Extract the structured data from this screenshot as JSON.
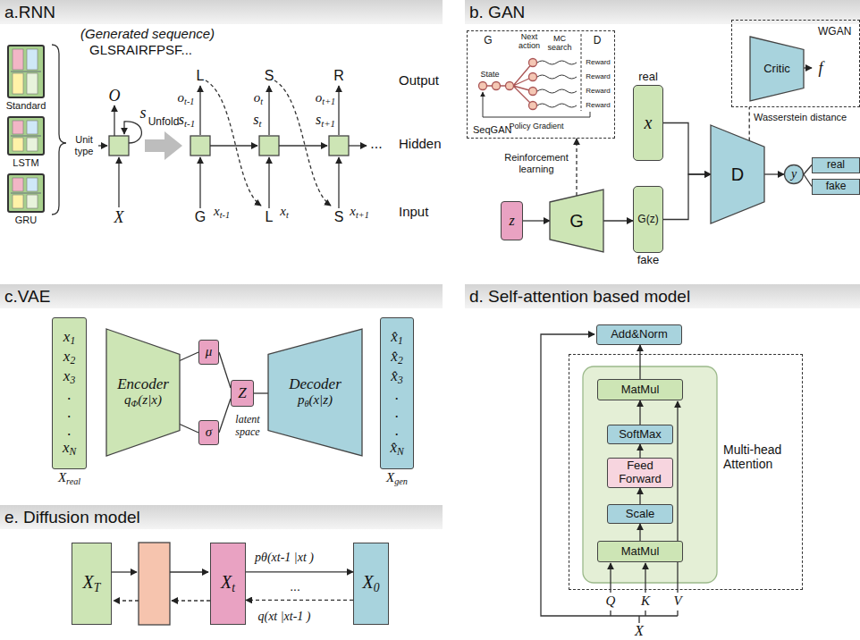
{
  "diagram": {
    "nodes": [
      {
        "text": [
          "a.RNN"
        ]
      },
      {
        "text": [
          "Standard"
        ]
      },
      {
        "text": [
          "LSTM"
        ]
      },
      {
        "text": [
          "GRU"
        ]
      },
      {
        "text": [
          "b. GAN"
        ]
      },
      {
        "text": [
          "SeqGAN"
        ]
      },
      {
        "text": [
          "WGAN"
        ]
      },
      {
        "text": [
          "Critic"
        ],
        "in": 6
      },
      {
        "text": [
          "real",
          "x"
        ]
      },
      {
        "text": [
          "D"
        ]
      },
      {
        "text": [
          "y"
        ]
      },
      {
        "text": [
          "real"
        ]
      },
      {
        "text": [
          "fake"
        ]
      },
      {
        "text": [
          "z"
        ]
      },
      {
        "text": [
          "G"
        ]
      },
      {
        "text": [
          "G(z)",
          "fake"
        ]
      },
      {
        "text": [
          "c.VAE"
        ]
      },
      {
        "text": [
          "x1",
          "x2",
          "x3",
          ".",
          ".",
          ".",
          "xN",
          "Xreal"
        ]
      },
      {
        "text": [
          "Encoder",
          "qΦ(z|x)"
        ]
      },
      {
        "text": [
          "μ"
        ]
      },
      {
        "text": [
          "σ"
        ]
      },
      {
        "text": [
          "Z"
        ]
      },
      {
        "text": [
          "Decoder",
          "pθ(x|z)"
        ]
      },
      {
        "text": [
          "x̂1",
          "x̂2",
          "x̂3",
          ".",
          ".",
          ".",
          "x̂N",
          "Xgen"
        ]
      },
      {
        "text": [
          "d. Self-attention based model"
        ]
      },
      {
        "text": [
          "Add&Norm"
        ]
      },
      {
        "text": [
          "Multi-head Attention"
        ]
      },
      {
        "text": [
          "MatMul"
        ],
        "in": 26
      },
      {
        "text": [
          "SoftMax"
        ],
        "in": 26
      },
      {
        "text": [
          "Feed Forward"
        ],
        "in": 26
      },
      {
        "text": [
          "Scale"
        ],
        "in": 26
      },
      {
        "text": [
          "MatMul"
        ],
        "in": 26
      },
      {
        "text": [
          "e. Diffusion model"
        ]
      },
      {
        "text": [
          "XT"
        ]
      },
      {
        "text": [
          "Xt"
        ]
      },
      {
        "text": [
          "X0"
        ]
      }
    ],
    "edges": [
      {
        "from": 13,
        "to": 14,
        "arrow": "to"
      },
      {
        "from": 14,
        "to": 15,
        "arrow": "to"
      },
      {
        "from": 14,
        "to": 5,
        "arrow": "to",
        "label": "Reinforcement learning"
      },
      {
        "from": 8,
        "to": 9,
        "arrow": "to"
      },
      {
        "from": 15,
        "to": 9,
        "arrow": "to"
      },
      {
        "from": 9,
        "to": 10,
        "arrow": "to"
      },
      {
        "from": 10,
        "to": 11,
        "arrow": "none"
      },
      {
        "from": 10,
        "to": 12,
        "arrow": "none"
      },
      {
        "from": 9,
        "to": 6,
        "arrow": "none",
        "label": "Wasserstein distance"
      },
      {
        "from": 18,
        "to": 19,
        "arrow": "none"
      },
      {
        "from": 18,
        "to": 20,
        "arrow": "none"
      },
      {
        "from": 19,
        "to": 21,
        "arrow": "none"
      },
      {
        "from": 20,
        "to": 21,
        "arrow": "none"
      },
      {
        "from": 21,
        "to": 22,
        "arrow": "none"
      },
      {
        "from": 31,
        "to": 30,
        "arrow": "to"
      },
      {
        "from": 30,
        "to": 29,
        "arrow": "to"
      },
      {
        "from": 29,
        "to": 28,
        "arrow": "to"
      },
      {
        "from": 28,
        "to": 27,
        "arrow": "to"
      },
      {
        "from": 27,
        "to": 25,
        "arrow": "to"
      },
      {
        "from": 34,
        "to": 35,
        "arrow": "to",
        "label": "pθ(xt-1 |xt )"
      },
      {
        "from": 35,
        "to": 34,
        "arrow": "to",
        "label": "q(xt |xt-1 )"
      }
    ],
    "labels": [
      "(Generated sequence)",
      "GLSRAIRFPSF...",
      "Unit type",
      "s",
      "O",
      "X",
      "Unfold",
      "L",
      "ot-1",
      "st-1",
      "G",
      "xt-1",
      "S",
      "ot",
      "st",
      "L",
      "xt",
      "R",
      "ot+1",
      "st+1",
      "S",
      "xt+1",
      "...",
      "Output",
      "Hidden",
      "Input",
      "G",
      "Next action",
      "MC search",
      "D",
      "State",
      "Reward",
      "Reward",
      "Reward",
      "Reward",
      "Policy Gradient",
      "f",
      "latent space",
      "Q",
      "K",
      "V",
      "X",
      "..."
    ]
  }
}
